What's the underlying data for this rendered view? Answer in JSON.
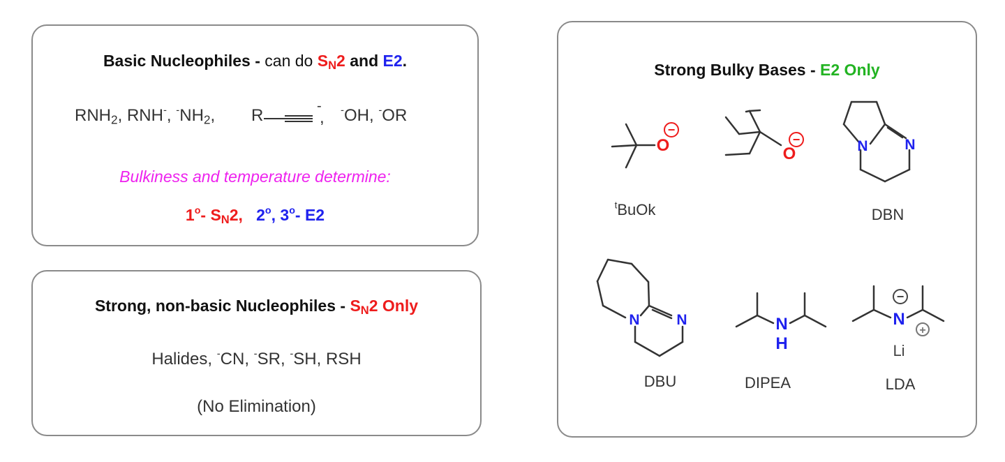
{
  "box1": {
    "title_bold": "Basic Nucleophiles -",
    "title_mid": " can do ",
    "title_s": "S",
    "title_n": "N",
    "title_2": "2",
    "title_and": " and ",
    "title_e2": "E2",
    "title_end": ".",
    "nuc_1": "RNH",
    "nuc_1_sub": "2",
    "nuc_2": ", RNH",
    "nuc_2_sup": "-",
    "nuc_3": ", ",
    "nuc_3_sup": "-",
    "nuc_3b": "NH",
    "nuc_3_sub": "2",
    "nuc_4": ",",
    "alkyne_r": "R",
    "alkyne_charge": "-",
    "alkyne_comma": ",",
    "nuc_5_sup": "-",
    "nuc_5": "OH, ",
    "nuc_6_sup": "-",
    "nuc_6": "OR",
    "note": "Bulkiness and temperature determine:",
    "rule_1": "1",
    "rule_1_sup": "o",
    "rule_1b": "- S",
    "rule_1_sub": "N",
    "rule_1c": "2,",
    "rule_2": "2",
    "rule_2_sup": "o",
    "rule_2b": ", 3",
    "rule_2b_sup": "o",
    "rule_2c": "- E2"
  },
  "box2": {
    "title_bold": "Strong, non-basic Nucleophiles -",
    "title_s": "S",
    "title_n": "N",
    "title_end": "2 Only",
    "list_1": "Halides, ",
    "list_2_sup": "-",
    "list_2": "CN, ",
    "list_3_sup": "-",
    "list_3": "SR, ",
    "list_4_sup": "-",
    "list_4": "SH, RSH",
    "note": "(No Elimination)"
  },
  "box3": {
    "title_bold": "Strong Bulky Bases -",
    "title_green": "E2 Only",
    "bases": [
      {
        "label_sup": "t",
        "label": "BuOk"
      },
      {
        "label": "DBN"
      },
      {
        "label": "DBU"
      },
      {
        "label": "DIPEA"
      },
      {
        "label": "LDA"
      }
    ],
    "atoms": {
      "o": "O",
      "n": "N",
      "h": "H",
      "li": "Li",
      "minus": "−",
      "plus": "+"
    }
  },
  "colors": {
    "red": "#ee1c1c",
    "blue": "#1f22ee",
    "green": "#22b322",
    "magenta": "#ee22ee",
    "border": "#8a8a8a"
  }
}
